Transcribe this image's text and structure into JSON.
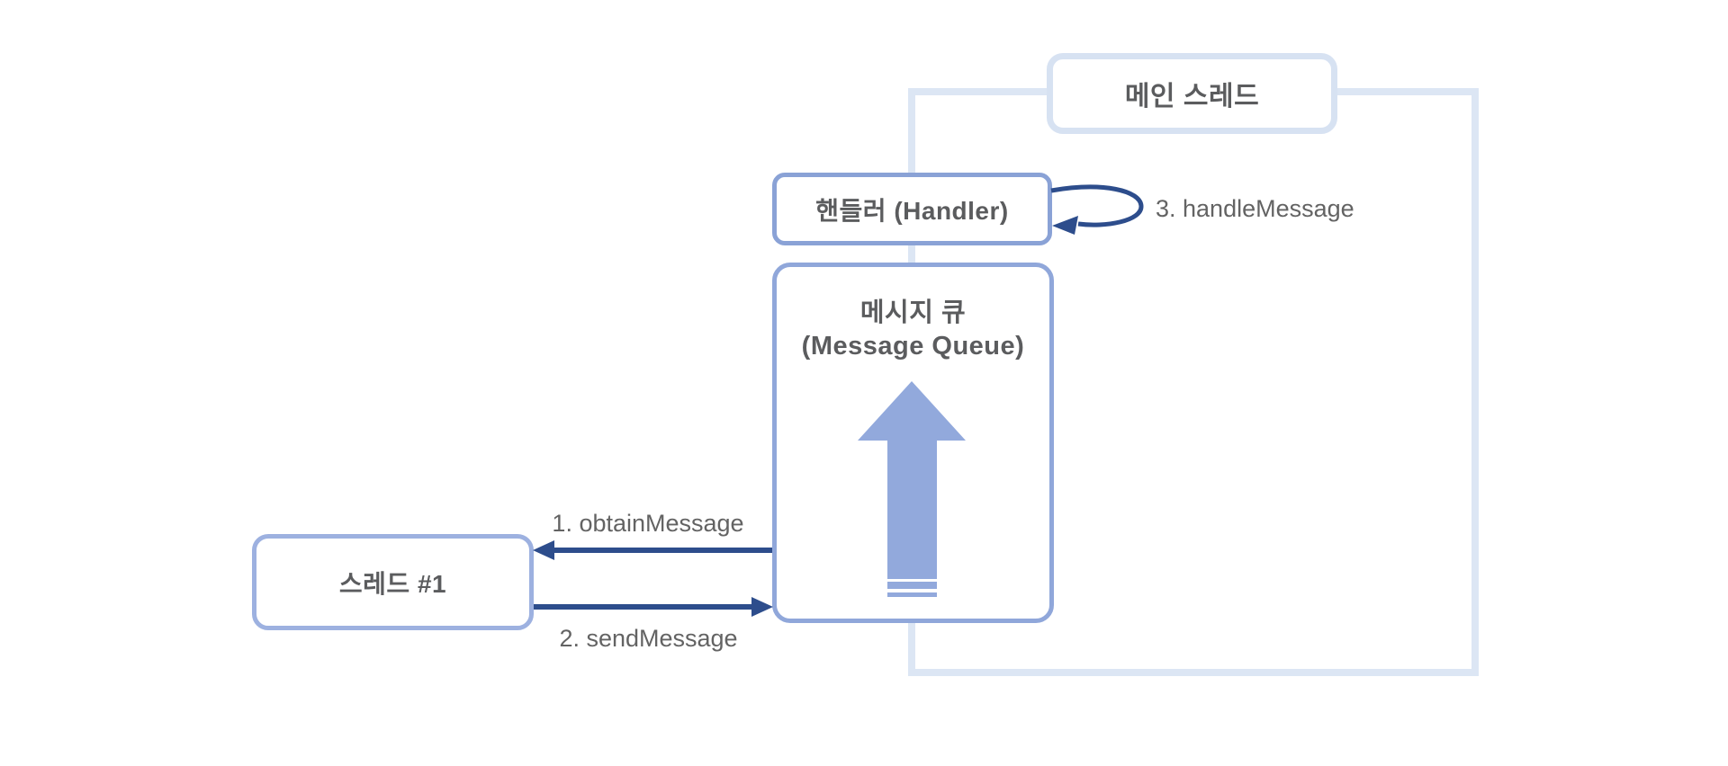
{
  "diagram": {
    "boxes": {
      "main_thread": {
        "label": "메인 스레드"
      },
      "handler": {
        "label": "핸들러 (Handler)"
      },
      "message_queue": {
        "label_ko": "메시지 큐",
        "label_en": "(Message Queue)"
      },
      "thread1": {
        "label": "스레드 #1"
      }
    },
    "flows": {
      "obtain_message": {
        "label": "1. obtainMessage"
      },
      "send_message": {
        "label": "2. sendMessage"
      },
      "handle_message": {
        "label": "3. handleMessage"
      }
    }
  },
  "colors": {
    "region_border": "#dce6f4",
    "label_box_border": "#d7e2f2",
    "handler_border": "#8aa2d6",
    "queue_border": "#90a7da",
    "thread_border": "#9db1e0",
    "queue_arrow": "#92a9dc",
    "flow_arrow": "#2d4d8c",
    "box_text": "#5b5c5e",
    "flow_text": "#636363"
  }
}
